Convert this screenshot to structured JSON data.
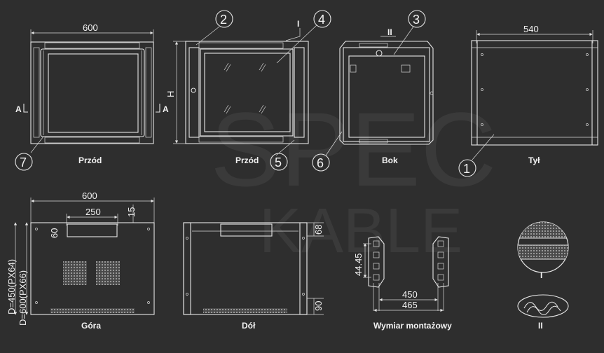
{
  "watermark": {
    "line1": "SPEC",
    "line2": "KABLE"
  },
  "views": {
    "front_door": {
      "label": "Przód",
      "dim_width": "600",
      "section_mark": "A"
    },
    "front_glass": {
      "label": "Przód",
      "dim_height": "H",
      "detail_mark": "I"
    },
    "side": {
      "label": "Bok",
      "detail_mark": "II"
    },
    "back": {
      "label": "Tył",
      "dim_width": "540"
    },
    "top": {
      "label": "Góra",
      "dim_width": "600",
      "dim_opening": "250",
      "dim_offset": "15",
      "dim_opening_h": "60",
      "dim_depth_a": "D=450(PX64)",
      "dim_depth_b": "D=600(PX66)"
    },
    "bottom": {
      "label": "Dół",
      "dim_top": "68",
      "dim_bottom": "90"
    },
    "mounting": {
      "label": "Wymiar montażowy",
      "dim_pitch": "44.45",
      "dim_inner": "450",
      "dim_outer": "465"
    },
    "detail_i": {
      "label": "I"
    },
    "detail_ii": {
      "label": "II"
    }
  },
  "callouts": [
    "1",
    "2",
    "3",
    "4",
    "5",
    "6",
    "7"
  ]
}
